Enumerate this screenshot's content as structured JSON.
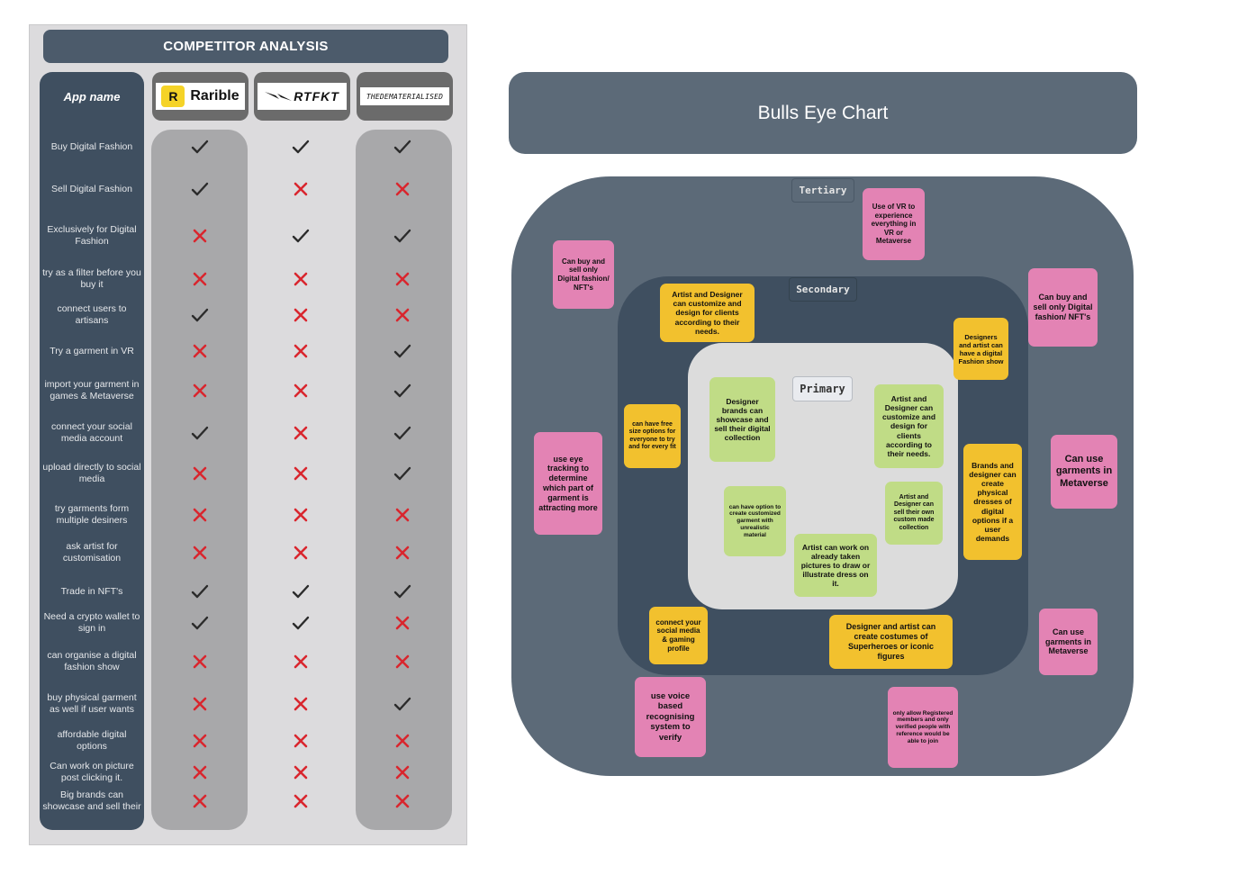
{
  "competitor": {
    "title": "COMPETITOR ANALYSIS",
    "app_name_label": "App name",
    "apps": [
      {
        "name": "Rarible",
        "logo_text": "Rarible",
        "logo_mark": "R"
      },
      {
        "name": "RTFKT",
        "logo_text": "RTFKT"
      },
      {
        "name": "The Dematerialised",
        "logo_text": "THEDEMATERIALISED"
      }
    ],
    "rows": [
      {
        "feature": "Buy Digital Fashion",
        "values": [
          "check",
          "check",
          "check"
        ]
      },
      {
        "feature": "Sell Digital Fashion",
        "values": [
          "check",
          "cross",
          "cross"
        ]
      },
      {
        "feature": "Exclusively for Digital Fashion",
        "values": [
          "cross",
          "check",
          "check"
        ]
      },
      {
        "feature": "try as a filter before you buy it",
        "values": [
          "cross",
          "cross",
          "cross"
        ]
      },
      {
        "feature": "connect users to artisans",
        "values": [
          "check",
          "cross",
          "cross"
        ]
      },
      {
        "feature": "Try a garment in VR",
        "values": [
          "cross",
          "cross",
          "check"
        ]
      },
      {
        "feature": "import your garment in games & Metaverse",
        "values": [
          "cross",
          "cross",
          "check"
        ]
      },
      {
        "feature": "connect your social media account",
        "values": [
          "check",
          "cross",
          "check"
        ]
      },
      {
        "feature": "upload directly to social media",
        "values": [
          "cross",
          "cross",
          "check"
        ]
      },
      {
        "feature": "try garments form multiple desiners",
        "values": [
          "cross",
          "cross",
          "cross"
        ]
      },
      {
        "feature": "ask artist for customisation",
        "values": [
          "cross",
          "cross",
          "cross"
        ]
      },
      {
        "feature": "Trade in NFT's",
        "values": [
          "check",
          "check",
          "check"
        ]
      },
      {
        "feature": "Need a crypto wallet to sign in",
        "values": [
          "check",
          "check",
          "cross"
        ]
      },
      {
        "feature": "can organise a digital fashion show",
        "values": [
          "cross",
          "cross",
          "cross"
        ]
      },
      {
        "feature": "buy physical garment as well if user wants",
        "values": [
          "cross",
          "cross",
          "check"
        ]
      },
      {
        "feature": "affordable digital options",
        "values": [
          "cross",
          "cross",
          "cross"
        ]
      },
      {
        "feature": "Can work on picture post clicking it.",
        "values": [
          "cross",
          "cross",
          "cross"
        ]
      },
      {
        "feature": "Big brands can showcase and sell their",
        "values": [
          "cross",
          "cross",
          "cross"
        ]
      }
    ]
  },
  "bullseye": {
    "title": "Bulls Eye Chart",
    "rings": {
      "tertiary": "Tertiary",
      "secondary": "Secondary",
      "primary": "Primary"
    },
    "notes": [
      {
        "id": "n1",
        "text": "Use of VR to experience everything in VR or Metaverse",
        "color": "pink",
        "ring": "tertiary"
      },
      {
        "id": "n2",
        "text": "Can buy and sell only Digital fashion/ NFT's",
        "color": "pink",
        "ring": "tertiary"
      },
      {
        "id": "n3",
        "text": "Can buy and sell only Digital fashion/ NFT's",
        "color": "pink",
        "ring": "tertiary"
      },
      {
        "id": "n4",
        "text": "use eye tracking to determine which part of garment is attracting more",
        "color": "pink",
        "ring": "tertiary"
      },
      {
        "id": "n5",
        "text": "Can use garments in Metaverse",
        "color": "pink",
        "ring": "tertiary"
      },
      {
        "id": "n6",
        "text": "Can use garments in Metaverse",
        "color": "pink",
        "ring": "tertiary"
      },
      {
        "id": "n7",
        "text": "use voice based recognising system to verify",
        "color": "pink",
        "ring": "tertiary"
      },
      {
        "id": "n8",
        "text": "only allow Registered members and only verified people with reference would be able to join",
        "color": "pink",
        "ring": "tertiary"
      },
      {
        "id": "n9",
        "text": "Artist and Designer can customize and design for clients according to their needs.",
        "color": "yellow",
        "ring": "secondary"
      },
      {
        "id": "n10",
        "text": "Designers and artist can have a digital Fashion show",
        "color": "yellow",
        "ring": "secondary"
      },
      {
        "id": "n11",
        "text": "can have free size options for everyone to try and for every fit",
        "color": "yellow",
        "ring": "secondary"
      },
      {
        "id": "n12",
        "text": "Brands and designer can create physical dresses of digital options if a user demands",
        "color": "yellow",
        "ring": "secondary"
      },
      {
        "id": "n13",
        "text": "connect your social media & gaming profile",
        "color": "yellow",
        "ring": "secondary"
      },
      {
        "id": "n14",
        "text": "Designer and artist can create costumes of Superheroes or iconic figures",
        "color": "yellow",
        "ring": "secondary"
      },
      {
        "id": "n15",
        "text": "Designer brands can showcase and sell their digital collection",
        "color": "green",
        "ring": "primary"
      },
      {
        "id": "n16",
        "text": "Artist and Designer can customize and design for clients according to their needs.",
        "color": "green",
        "ring": "primary"
      },
      {
        "id": "n17",
        "text": "can have option to create customized garment with unrealistic material",
        "color": "green",
        "ring": "primary"
      },
      {
        "id": "n18",
        "text": "Artist and Designer can sell their own custom made collection",
        "color": "green",
        "ring": "primary"
      },
      {
        "id": "n19",
        "text": "Artist can work on already taken pictures to draw or illustrate dress on it.",
        "color": "green",
        "ring": "primary"
      }
    ]
  }
}
